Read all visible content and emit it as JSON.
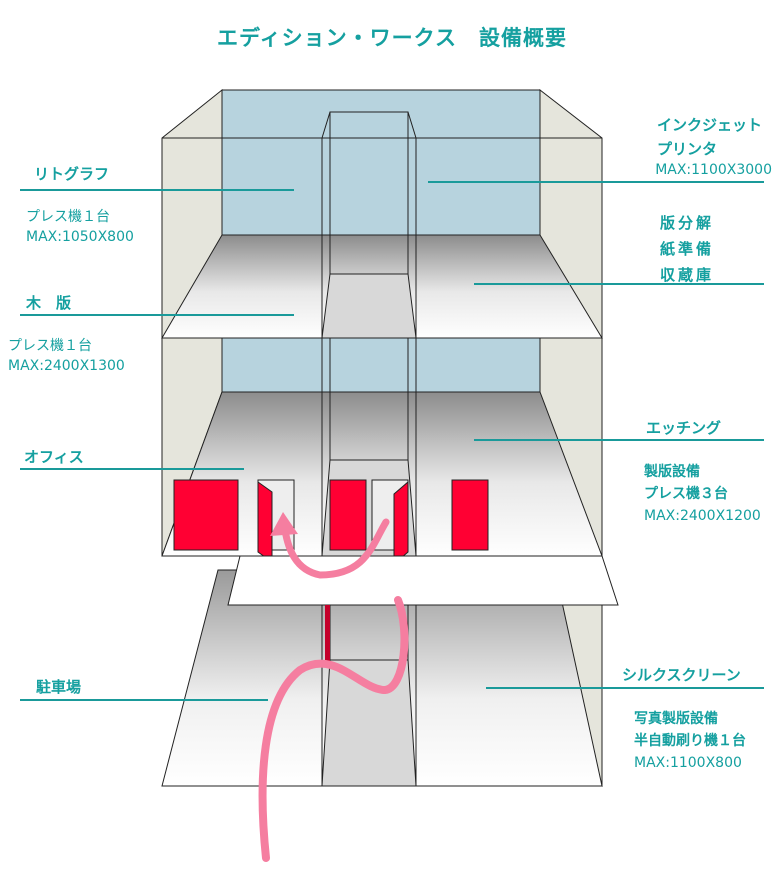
{
  "title": "エディション・ワークス　設備概要",
  "colors": {
    "label": "#15a0a0",
    "wall_side": "#e5e5dc",
    "wall_back": "#b7d3de",
    "door": "#ff0033",
    "arrow": "#f57ea0",
    "leader": "#1a9a9a"
  },
  "labels": {
    "lithograph": {
      "name": "リトグラフ",
      "lines": [
        "プレス機１台",
        "MAX:1050X800"
      ]
    },
    "woodcut": {
      "name": "木　版",
      "lines": [
        "プレス機１台",
        "MAX:2400X1300"
      ]
    },
    "office": {
      "name": "オフィス"
    },
    "parking": {
      "name": "駐車場"
    },
    "inkjet": {
      "name_lines": [
        "インクジェット",
        "プリンタ"
      ],
      "lines": [
        "MAX:1100X3000"
      ]
    },
    "storage": {
      "name_lines": [
        "版分解",
        "紙準備",
        "収蔵庫"
      ]
    },
    "etching": {
      "name": "エッチング",
      "lines": [
        "製版設備",
        "プレス機３台",
        "MAX:2400X1200"
      ]
    },
    "silkscreen": {
      "name": "シルクスクリーン",
      "lines": [
        "写真製版設備",
        "半自動刷り機１台",
        "MAX:1100X800"
      ]
    }
  }
}
